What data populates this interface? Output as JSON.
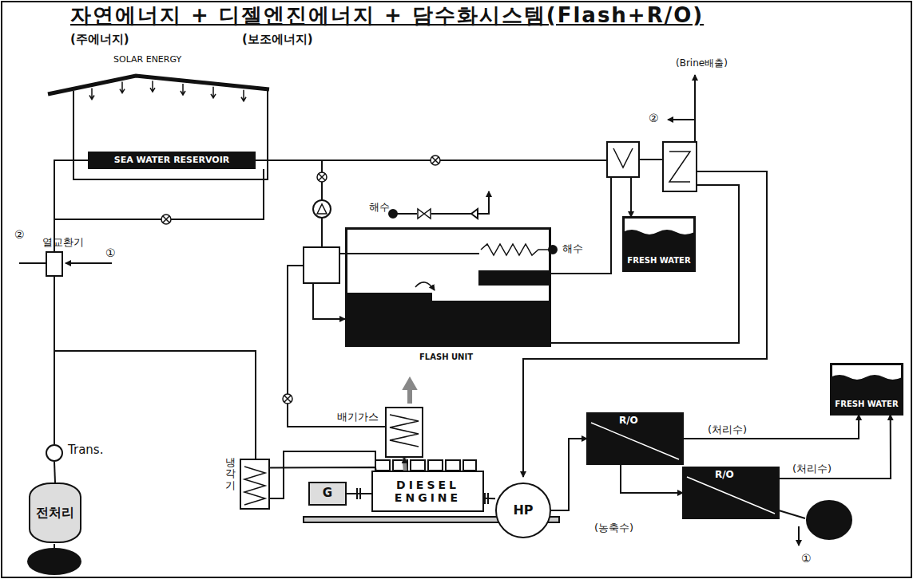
{
  "diagram": {
    "title": "자연에너지 + 디젤엔진에너지 + 담수화시스템(Flash+R/O)",
    "nodes": [
      {
        "text": [
          "SEA WATER RESERVOIR"
        ]
      },
      {
        "text": [
          "열교환기"
        ]
      },
      {
        "text": [
          "Trans."
        ]
      },
      {
        "text": [
          "전처리"
        ]
      },
      {
        "text": [
          "FLASH UNIT"
        ]
      },
      {
        "text": [
          "FRESH WATER"
        ]
      },
      {
        "text": [
          "배기가스"
        ]
      },
      {
        "text": [
          "냉각기"
        ]
      },
      {
        "text": [
          "DIESEL ENGINE"
        ]
      },
      {
        "text": [
          "G"
        ]
      },
      {
        "text": [
          "HP"
        ]
      },
      {
        "text": [
          "R/O"
        ]
      },
      {
        "text": [
          "R/O"
        ]
      },
      {
        "text": [
          "FRESH WATER"
        ]
      }
    ],
    "edges": [
      {
        "from": 2,
        "to": 1,
        "arrow": "none"
      },
      {
        "from": 1,
        "to": 0,
        "arrow": "none"
      },
      {
        "from": 3,
        "to": 2,
        "arrow": "none"
      },
      {
        "from": 8,
        "to": 9,
        "arrow": "none"
      },
      {
        "from": 8,
        "to": 10,
        "arrow": "none"
      },
      {
        "from": 10,
        "to": 11,
        "arrow": "to"
      },
      {
        "from": 11,
        "to": 12,
        "label": "(농축수)",
        "arrow": "to"
      },
      {
        "from": 11,
        "to": 13,
        "label": "(처리수)",
        "arrow": "to"
      },
      {
        "from": 12,
        "to": 13,
        "label": "(처리수)",
        "arrow": "to"
      },
      {
        "from": 8,
        "to": 6,
        "arrow": "to"
      },
      {
        "from": 7,
        "to": 8,
        "arrow": "none"
      }
    ],
    "labels": [
      "(주에너지)",
      "(보조에너지)",
      "SOLAR ENERGY",
      "(Brine배출)",
      "②",
      "②",
      "①",
      "①",
      "해수",
      "해수"
    ]
  }
}
